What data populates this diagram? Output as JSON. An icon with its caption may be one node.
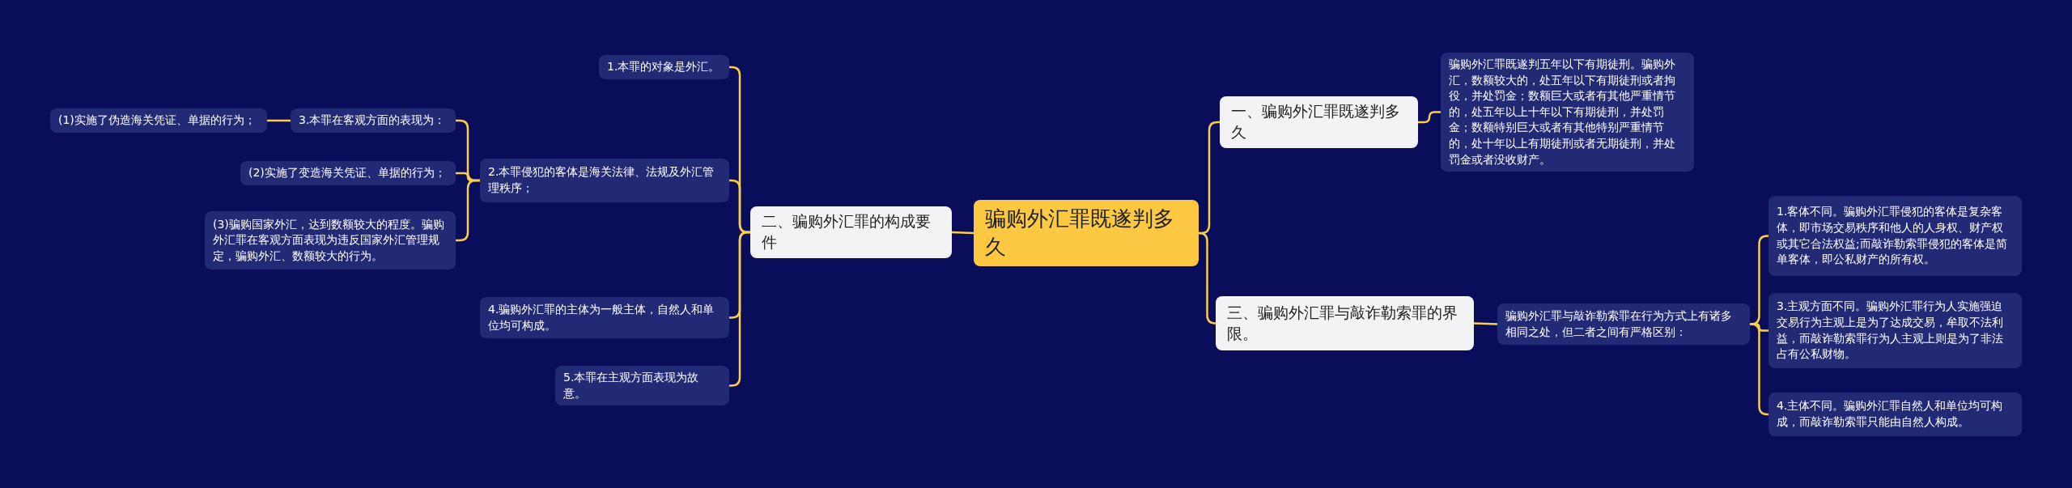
{
  "diagram": {
    "nodes": [
      {
        "text": [
          "骗购外汇罪既遂判多久"
        ]
      },
      {
        "text": [
          "二、骗购外汇罪的构成要件"
        ]
      },
      {
        "text": [
          "1.本罪的对象是外汇。"
        ]
      },
      {
        "text": [
          "2.本罪侵犯的客体是海关法律、法规及外汇管理秩序；"
        ]
      },
      {
        "text": [
          "3.本罪在客观方面的表现为："
        ]
      },
      {
        "text": [
          "(1)实施了伪造海关凭证、单据的行为；"
        ]
      },
      {
        "text": [
          "(2)实施了变造海关凭证、单据的行为；"
        ]
      },
      {
        "text": [
          "(3)骗购国家外汇，达到数额较大的程度。骗购外汇罪在客观方面表现为违反国家外汇管理规定，骗购外汇、数额较大的行为。"
        ]
      },
      {
        "text": [
          "4.骗购外汇罪的主体为一般主体，自然人和单位均可构成。"
        ]
      },
      {
        "text": [
          "5.本罪在主观方面表现为故意。"
        ]
      },
      {
        "text": [
          "一、骗购外汇罪既遂判多久"
        ]
      },
      {
        "text": [
          "骗购外汇罪既遂判五年以下有期徒刑。骗购外汇，数额较大的，处五年以下有期徒刑或者拘役，并处罚金；数额巨大或者有其他严重情节的，处五年以上十年以下有期徒刑，并处罚金；数额特别巨大或者有其他特别严重情节的，处十年以上有期徒刑或者无期徒刑，并处罚金或者没收财产。"
        ]
      },
      {
        "text": [
          "三、骗购外汇罪与敲诈勒索罪的界限。"
        ]
      },
      {
        "text": [
          "骗购外汇罪与敲诈勒索罪在行为方式上有诸多相同之处，但二者之间有严格区别："
        ]
      },
      {
        "text": [
          "1.客体不同。骗购外汇罪侵犯的客体是复杂客体，即市场交易秩序和他人的人身权、财产权或其它合法权益;而敲诈勒索罪侵犯的客体是简单客体，即公私财产的所有权。"
        ]
      },
      {
        "text": [
          "3.主观方面不同。骗购外汇罪行为人实施强迫交易行为主观上是为了达成交易，牟取不法利益，而敲诈勒索罪行为人主观上则是为了非法占有公私财物。"
        ]
      },
      {
        "text": [
          "4.主体不同。骗购外汇罪自然人和单位均可构成，而敲诈勒索罪只能由自然人构成。"
        ]
      }
    ],
    "edges": [
      {
        "from": 0,
        "to": 1,
        "arrow": "none"
      },
      {
        "from": 1,
        "to": 2,
        "arrow": "none"
      },
      {
        "from": 1,
        "to": 3,
        "arrow": "none"
      },
      {
        "from": 3,
        "to": 4,
        "arrow": "none"
      },
      {
        "from": 4,
        "to": 5,
        "arrow": "none"
      },
      {
        "from": 3,
        "to": 6,
        "arrow": "none"
      },
      {
        "from": 3,
        "to": 7,
        "arrow": "none"
      },
      {
        "from": 1,
        "to": 8,
        "arrow": "none"
      },
      {
        "from": 1,
        "to": 9,
        "arrow": "none"
      },
      {
        "from": 0,
        "to": 10,
        "arrow": "none"
      },
      {
        "from": 10,
        "to": 11,
        "arrow": "none"
      },
      {
        "from": 0,
        "to": 12,
        "arrow": "none"
      },
      {
        "from": 12,
        "to": 13,
        "arrow": "none"
      },
      {
        "from": 13,
        "to": 14,
        "arrow": "none"
      },
      {
        "from": 13,
        "to": 15,
        "arrow": "none"
      },
      {
        "from": 13,
        "to": 16,
        "arrow": "none"
      }
    ]
  }
}
